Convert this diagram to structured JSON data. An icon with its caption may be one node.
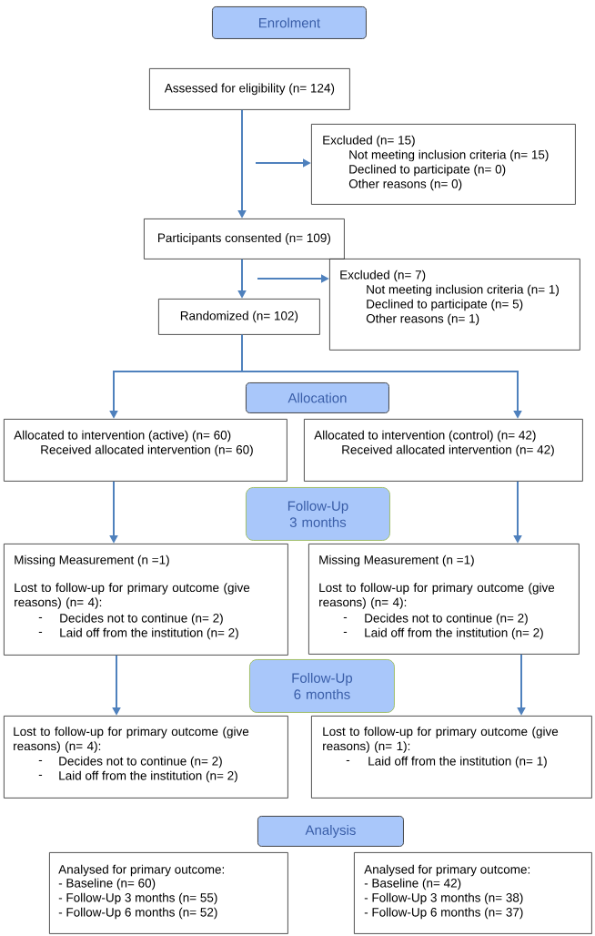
{
  "diagram": {
    "nodes": [
      {
        "text": [
          "Enrolment"
        ]
      },
      {
        "text": [
          "Assessed for eligibility (n= 124)"
        ]
      },
      {
        "text": [
          "Excluded (n= 15)",
          "Not meeting inclusion criteria (n= 15)",
          "Declined to participate (n= 0)",
          "Other reasons (n= 0)"
        ]
      },
      {
        "text": [
          "Participants consented (n= 109)"
        ]
      },
      {
        "text": [
          "Excluded (n= 7)",
          "Not meeting inclusion criteria (n= 1)",
          "Declined to participate (n= 5)",
          "Other reasons (n= 1)"
        ]
      },
      {
        "text": [
          "Randomized (n= 102)"
        ]
      },
      {
        "text": [
          "Allocation"
        ]
      },
      {
        "text": [
          "Allocated to intervention (active) (n= 60)",
          "Received allocated intervention (n= 60)"
        ]
      },
      {
        "text": [
          "Allocated to intervention (control) (n= 42)",
          "Received allocated intervention (n= 42)"
        ]
      },
      {
        "text": [
          "Follow-Up 3 months"
        ]
      },
      {
        "text": [
          "Missing Measurement (n =1)",
          "Lost to follow-up for primary outcome (give reasons) (n= 4):",
          "-",
          "Decides not to continue (n= 2)",
          "-",
          "Laid off from the institution (n= 2)"
        ]
      },
      {
        "text": [
          "Missing Measurement (n =1)",
          "Lost to follow-up for primary outcome (give reasons) (n= 4):",
          "-",
          "Decides not to continue (n= 2)",
          "-",
          "Laid off from the institution (n= 2)"
        ]
      },
      {
        "text": [
          "Follow-Up 6 months"
        ]
      },
      {
        "text": [
          "Lost to follow-up for primary outcome (give reasons) (n= 4):",
          "-",
          "Decides not to continue (n= 2)",
          "-",
          "Laid off from the institution (n= 2)"
        ]
      },
      {
        "text": [
          "Lost to follow-up for primary outcome (give reasons) (n= 1):",
          "-",
          "Laid off from the institution (n= 1)"
        ]
      },
      {
        "text": [
          "Analysis"
        ]
      },
      {
        "text": [
          "Analysed for primary outcome:",
          "- Baseline (n= 60)",
          "- Follow-Up 3 months (n= 55)",
          "- Follow-Up 6 months (n= 52)"
        ]
      },
      {
        "text": [
          "Analysed for primary outcome:",
          "- Baseline (n= 42)",
          "- Follow-Up 3 months (n= 38)",
          "- Follow-Up 6 months (n= 37)"
        ]
      }
    ],
    "edges": [
      {
        "from": 1,
        "to": 3,
        "arrow": "to"
      },
      {
        "from": null,
        "to": 2,
        "arrow": "to"
      },
      {
        "from": 3,
        "to": 5,
        "arrow": "to"
      },
      {
        "from": null,
        "to": 4,
        "arrow": "to"
      },
      {
        "from": 5,
        "to": 7,
        "arrow": "to"
      },
      {
        "from": 5,
        "to": 8,
        "arrow": "to"
      },
      {
        "from": 7,
        "to": 10,
        "arrow": "to"
      },
      {
        "from": 8,
        "to": 11,
        "arrow": "to"
      },
      {
        "from": 10,
        "to": 13,
        "arrow": "to"
      },
      {
        "from": 11,
        "to": 14,
        "arrow": "to"
      }
    ]
  }
}
